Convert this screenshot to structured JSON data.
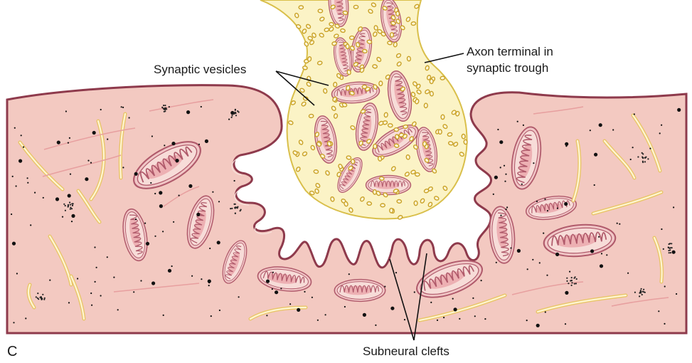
{
  "labels": {
    "synaptic_vesicles": "Synaptic vesicles",
    "axon_terminal_line1": "Axon terminal in",
    "axon_terminal_line2": "synaptic trough",
    "subneural_clefts": "Subneural clefts",
    "panel_letter": "C"
  },
  "colors": {
    "muscle_fill": "#f3c9c1",
    "muscle_edge": "#8e3a4c",
    "membrane_inner": "#f7e6e1",
    "axon_fill": "#fbf3c6",
    "axon_edge": "#d9bf4a",
    "vesicle": "#c9a228",
    "mito_outer": "#b05a6b",
    "mito_fill": "#f1c6c6",
    "mito_core": "#e58d95",
    "fiber_yellow": "#f4dc8a",
    "fiber_pink": "#e79f9f",
    "granule": "#111111"
  },
  "icons": [
    "mitochondrion-icon",
    "vesicle-icon",
    "glycogen-cluster-icon"
  ]
}
